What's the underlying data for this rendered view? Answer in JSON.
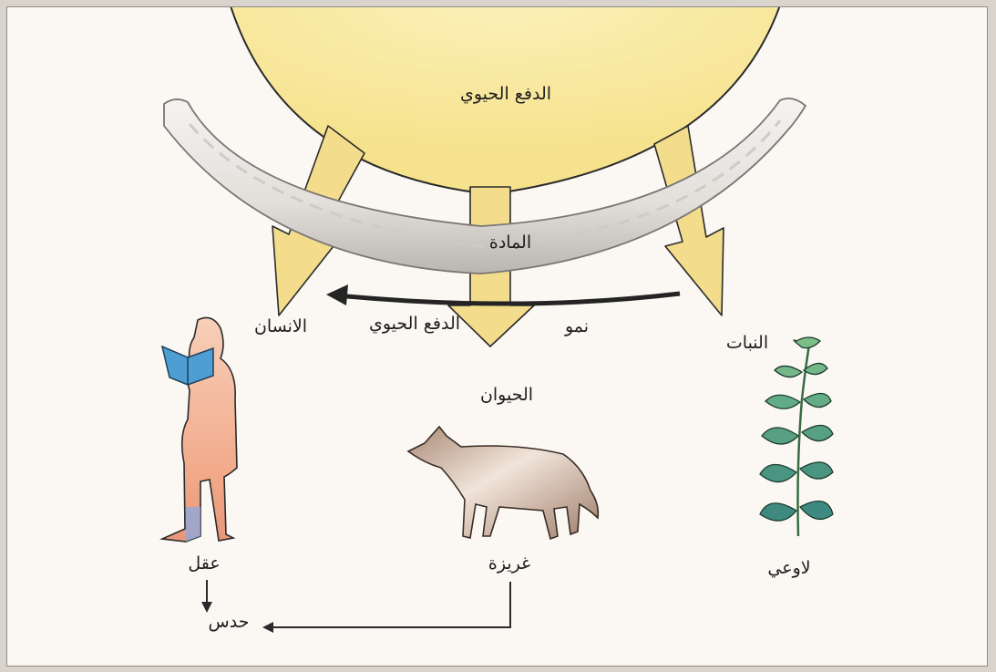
{
  "diagram": {
    "source_label": "الدفع الحيوي",
    "matter_label": "المادة",
    "growth_label": "نمو",
    "arrow_label": "الدفع الحيوي",
    "human": {
      "title": "الانسان",
      "faculty": "عقل"
    },
    "animal": {
      "title": "الحيوان",
      "faculty": "غريزة"
    },
    "plant": {
      "title": "النبات",
      "faculty": "لاوعي"
    },
    "result_label": "حدس"
  },
  "colors": {
    "sun": "#f8e89c",
    "arrows": "#f2dc8a",
    "matter_band": "#ece9e5",
    "leaf": "#4f9b78",
    "wolf": "#c3a390",
    "human": "#f0b294"
  }
}
